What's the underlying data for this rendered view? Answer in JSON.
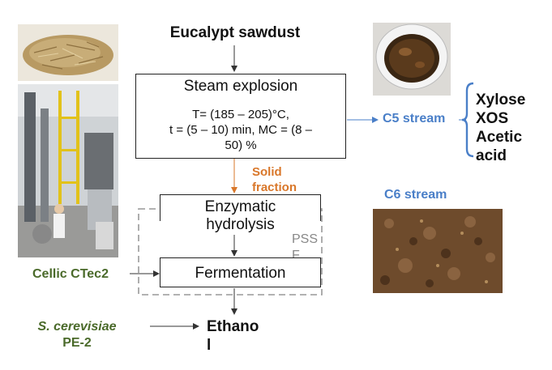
{
  "title": "Eucalypt sawdust",
  "steam_box": {
    "heading": "Steam explosion",
    "line1": "T= (185 – 205)°C,",
    "line2": "t = (5 – 10) min, MC = (8 –",
    "line3": "50) %"
  },
  "solid_fraction": {
    "line1": "Solid",
    "line2": "fraction"
  },
  "enzymatic_box": {
    "line1": "Enzymatic",
    "line2": "hydrolysis"
  },
  "pssf": {
    "line1": "PSS",
    "line2": "F"
  },
  "fermentation_box": {
    "label": "Fermentation"
  },
  "c5_stream": "C5 stream",
  "c6_stream": "C6 stream",
  "c5_products": [
    "Xylose",
    "XOS",
    "Acetic",
    "acid"
  ],
  "enzyme": "Cellic CTec2",
  "yeast": {
    "line1": "S. cerevisiae",
    "line2": "PE-2"
  },
  "product": {
    "line1": "Ethano",
    "line2": "l"
  },
  "colors": {
    "blue": "#4a7fc8",
    "orange": "#d9772a",
    "green": "#4a6a2a",
    "gray": "#888888"
  },
  "icons": {
    "photo_sawdust": "sawdust-photo",
    "photo_plant": "steam-explosion-plant-photo",
    "photo_liquor": "c5-liquor-photo",
    "photo_solids": "c6-solid-photo"
  }
}
